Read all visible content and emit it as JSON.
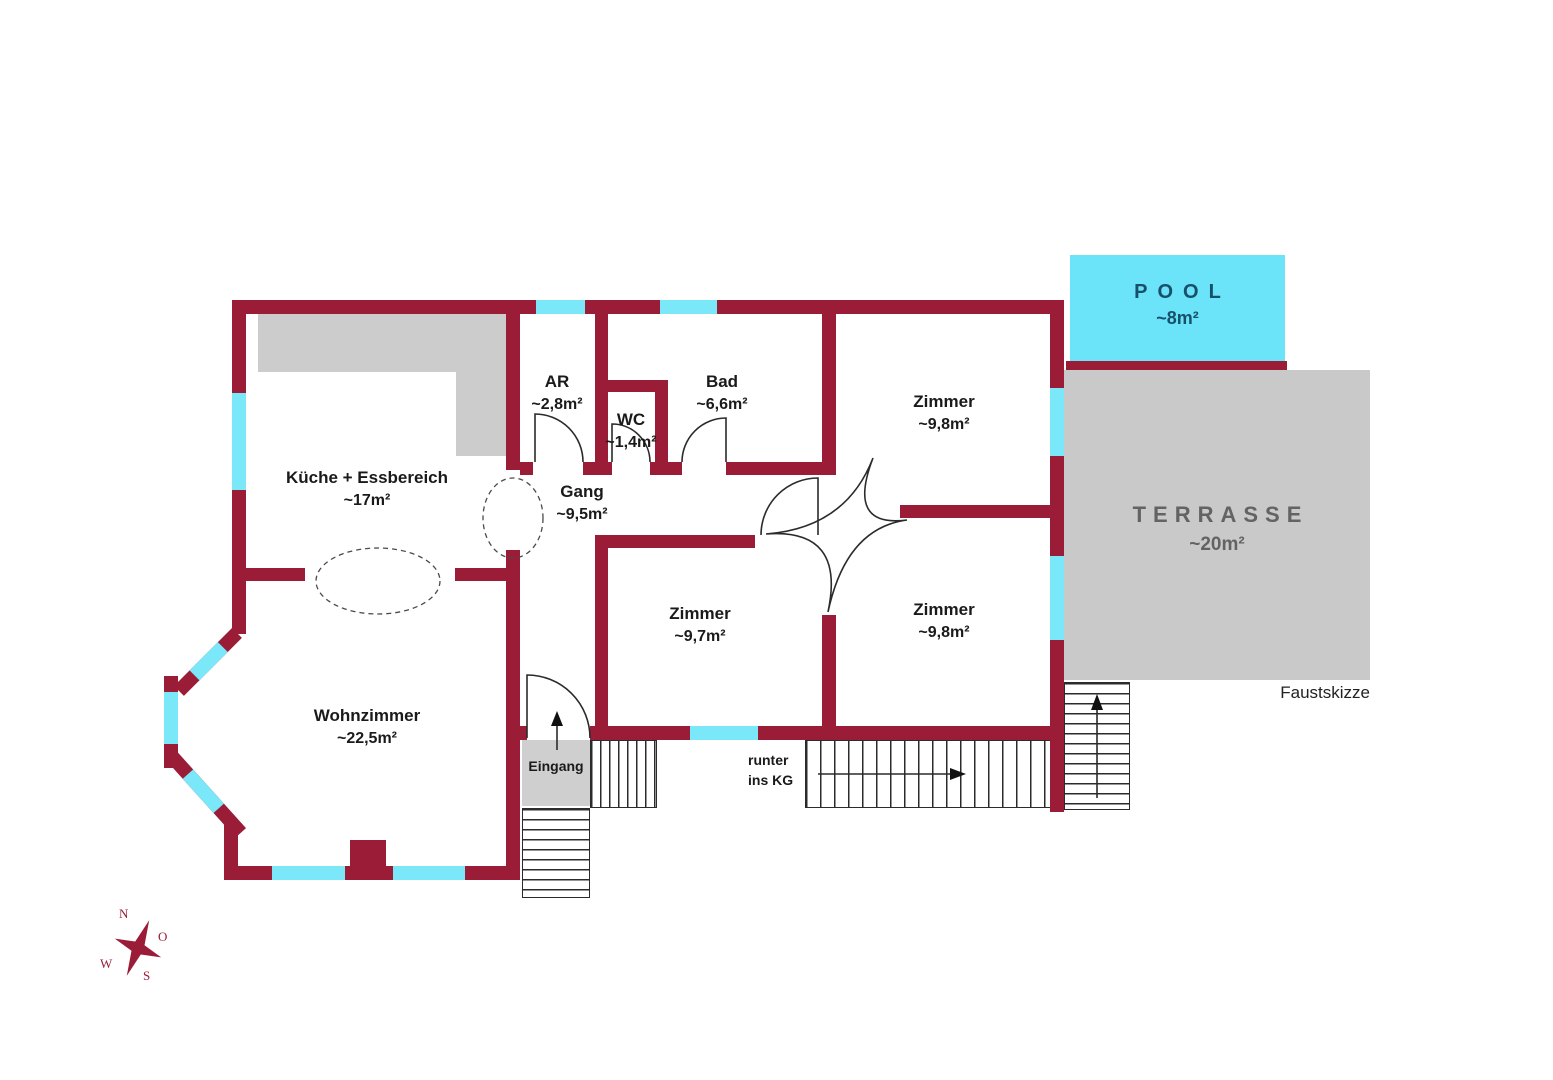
{
  "rooms": {
    "kueche": {
      "name": "Küche + Essbereich",
      "area": "~17m²"
    },
    "wohnzimmer": {
      "name": "Wohnzimmer",
      "area": "~22,5m²"
    },
    "ar": {
      "name": "AR",
      "area": "~2,8m²"
    },
    "wc": {
      "name": "WC",
      "area": "~1,4m²"
    },
    "bad": {
      "name": "Bad",
      "area": "~6,6m²"
    },
    "gang": {
      "name": "Gang",
      "area": "~9,5m²"
    },
    "zimmer_nord": {
      "name": "Zimmer",
      "area": "~9,8m²"
    },
    "zimmer_mitte": {
      "name": "Zimmer",
      "area": "~9,7m²"
    },
    "zimmer_sued": {
      "name": "Zimmer",
      "area": "~9,8m²"
    }
  },
  "outdoor": {
    "pool": {
      "name": "POOL",
      "area": "~8m²"
    },
    "terrasse": {
      "name": "TERRASSE",
      "area": "~20m²"
    }
  },
  "annotations": {
    "eingang": "Eingang",
    "kg_line1": "runter",
    "kg_line2": "ins KG",
    "sketch": "Faustskizze"
  },
  "compass": {
    "n": "N",
    "e": "O",
    "s": "S",
    "w": "W"
  },
  "colors": {
    "wall": "#9a1c37",
    "window": "#7ae8f9",
    "terrace": "#c9c9c9",
    "terrace_text": "#636363",
    "pool": "#6be3f8",
    "pool_text": "#17506b"
  }
}
